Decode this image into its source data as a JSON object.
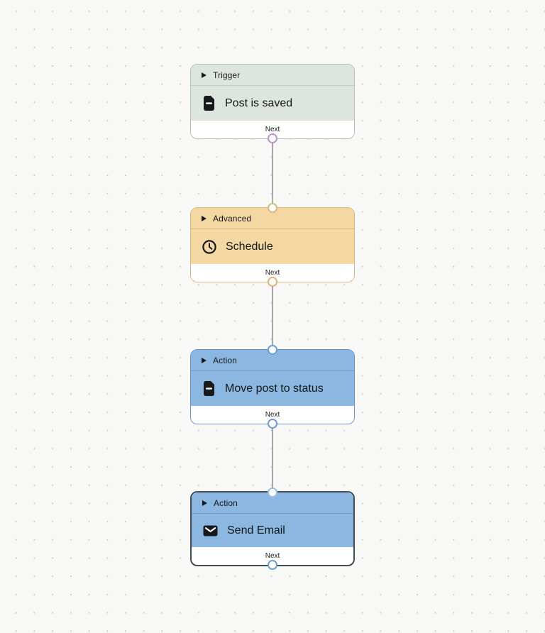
{
  "canvas": {
    "background_color": "#f8f8f6",
    "dot_color": "#d4d4d2",
    "connector_color": "#a8a8a8"
  },
  "nodes": [
    {
      "category": "Trigger",
      "title": "Post is saved",
      "icon": "document-icon",
      "footer_label": "Next",
      "colors": {
        "fill": "#dee5de",
        "border": "#b6bfb6",
        "divider": "#c6cfc6",
        "out-handle": "#bd93c6"
      }
    },
    {
      "category": "Advanced",
      "title": "Schedule",
      "icon": "clock-icon",
      "footer_label": "Next",
      "colors": {
        "fill": "#f3d8a3",
        "border": "#d8b77c",
        "divider": "#ddbd84",
        "in-handle": "#d8b77e",
        "out-handle": "#d8b77e"
      }
    },
    {
      "category": "Action",
      "title": "Move post to status",
      "icon": "document-icon",
      "footer_label": "Next",
      "colors": {
        "fill": "#8bb7e0",
        "border": "#6496c6",
        "divider": "#6e9ecb",
        "in-handle": "#6d9ecf",
        "out-handle": "#6d9ecf"
      }
    },
    {
      "category": "Action",
      "title": "Send Email",
      "icon": "envelope-icon",
      "footer_label": "Next",
      "selected": true,
      "colors": {
        "fill": "#8bb7e0",
        "border": "#454b52",
        "divider": "#6e9ecb",
        "in-handle": "#9fc0dc",
        "out-handle": "#6d9ecf"
      }
    }
  ]
}
